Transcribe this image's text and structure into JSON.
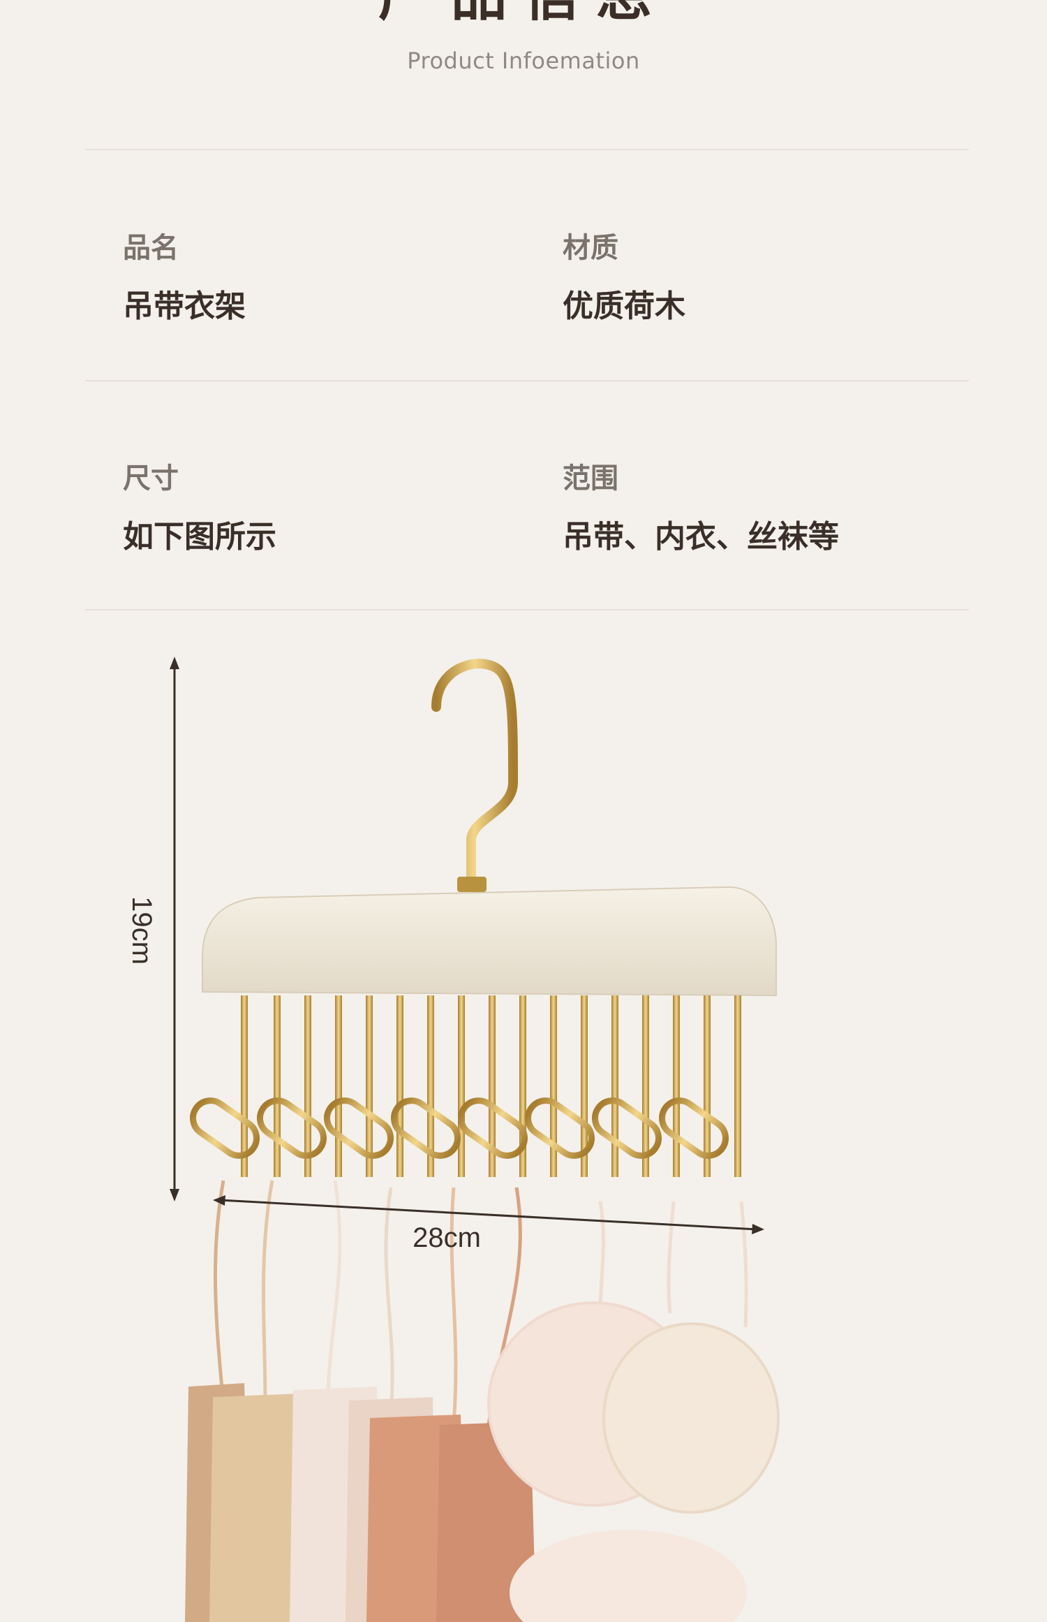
{
  "header": {
    "title_cn": "产品信息",
    "title_en": "Product Infoemation"
  },
  "info": [
    {
      "label": "品名",
      "value": "吊带衣架"
    },
    {
      "label": "材质",
      "value": "优质荷木"
    },
    {
      "label": "尺寸",
      "value": "如下图所示"
    },
    {
      "label": "范围",
      "value": "吊带、内衣、丝袜等"
    }
  ],
  "dimensions": {
    "height": "19cm",
    "width": "28cm"
  },
  "colors": {
    "background": "#f4f1ec",
    "text_dark": "#3a2f28",
    "text_muted": "#7a726b",
    "gold": "#c9a24a",
    "wood": "#ece4d4"
  }
}
